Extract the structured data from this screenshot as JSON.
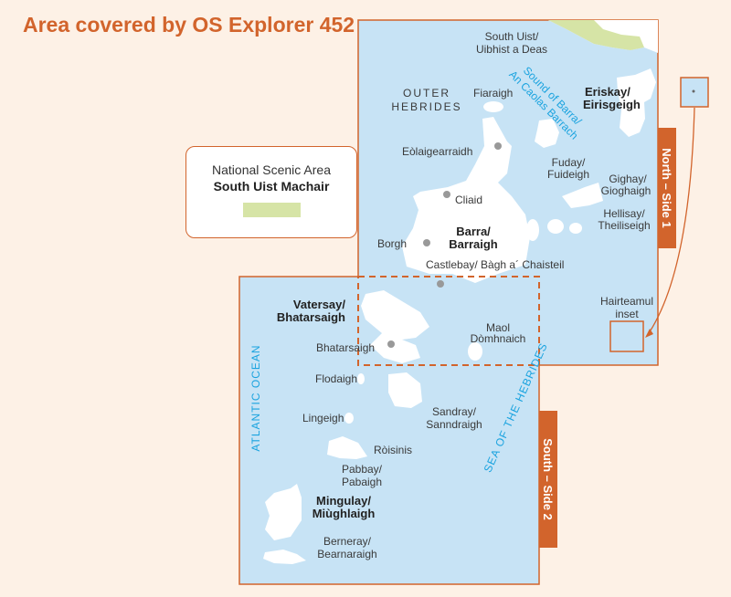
{
  "title": "Area covered by OS Explorer 452",
  "colors": {
    "accent": "#d2642c",
    "sea": "#c7e3f5",
    "land": "#ffffff",
    "scenic_area": "#d6e4a6",
    "sea_text": "#1aa3df"
  },
  "legend": {
    "line1": "National Scenic Area",
    "line2": "South Uist Machair"
  },
  "tabs": {
    "north": "North – Side 1",
    "south": "South – Side 2"
  },
  "inset_label": {
    "line1": "Hairteamul",
    "line2": "inset"
  },
  "labels": {
    "south_uist": [
      "South Uist/",
      "Uibhist a Deas"
    ],
    "outer_hebrides": [
      "OUTER",
      "HEBRIDES"
    ],
    "fiaraigh": "Fiaraigh",
    "sound": [
      "Sound of Barra/",
      "An Caolas Barrach"
    ],
    "eriskay": [
      "Eriskay/",
      "Eirisgeigh"
    ],
    "eolaigearraidh": "Eòlaigearraidh",
    "fuday": [
      "Fuday/",
      "Fuideigh"
    ],
    "gighay": [
      "Gighay/",
      "Gioghaigh"
    ],
    "hellisay": [
      "Hellisay/",
      "Theiliseigh"
    ],
    "cliaid": "Cliaid",
    "barra": [
      "Barra/",
      "Barraigh"
    ],
    "borgh": "Borgh",
    "castlebay": "Castlebay/ Bàgh a´ Chaisteil",
    "vatersay": [
      "Vatersay/",
      "Bhatarsaigh"
    ],
    "bhatarsaigh": "Bhatarsaigh",
    "maol": [
      "Maol",
      "Dòmhnaich"
    ],
    "flodaigh": "Flodaigh",
    "lingeigh": "Lingeigh",
    "sandray": [
      "Sandray/",
      "Sanndraigh"
    ],
    "roisinis": "Ròisinis",
    "pabbay": [
      "Pabbay/",
      "Pabaigh"
    ],
    "mingulay": [
      "Mingulay/",
      "Miùghlaigh"
    ],
    "berneray": [
      "Berneray/",
      "Bearnaraigh"
    ],
    "atlantic": "ATLANTIC OCEAN",
    "sea_hebrides": "SEA OF THE HEBRIDES"
  }
}
